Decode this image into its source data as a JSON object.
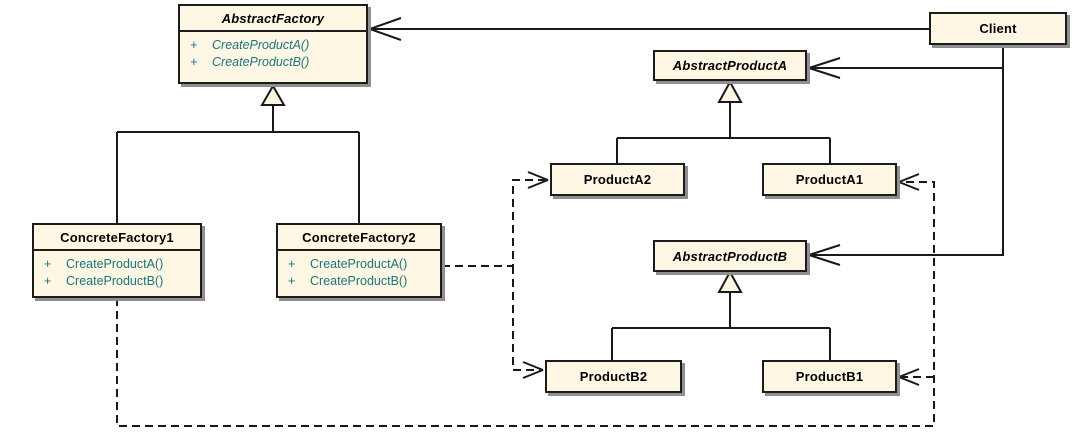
{
  "diagram": {
    "kind": "uml-class-diagram",
    "pattern_name": "Abstract Factory",
    "colors": {
      "box_fill": "#FDF7E4",
      "box_border": "#1c1c1c",
      "box_shadow": "#8f8f8f",
      "method_text": "#1d757d",
      "title_text": "#000000",
      "edge_line": "#191919",
      "background": "#ffffff"
    },
    "classes": {
      "abstract_factory": {
        "name": "AbstractFactory",
        "abstract": true,
        "methods": [
          {
            "visibility": "+",
            "name": "CreateProductA()"
          },
          {
            "visibility": "+",
            "name": "CreateProductB()"
          }
        ]
      },
      "concrete_factory1": {
        "name": "ConcreteFactory1",
        "abstract": false,
        "methods": [
          {
            "visibility": "+",
            "name": "CreateProductA()"
          },
          {
            "visibility": "+",
            "name": "CreateProductB()"
          }
        ]
      },
      "concrete_factory2": {
        "name": "ConcreteFactory2",
        "abstract": false,
        "methods": [
          {
            "visibility": "+",
            "name": "CreateProductA()"
          },
          {
            "visibility": "+",
            "name": "CreateProductB()"
          }
        ]
      },
      "client": {
        "name": "Client",
        "abstract": false
      },
      "abstract_product_a": {
        "name": "AbstractProductA",
        "abstract": true
      },
      "product_a2": {
        "name": "ProductA2",
        "abstract": false
      },
      "product_a1": {
        "name": "ProductA1",
        "abstract": false
      },
      "abstract_product_b": {
        "name": "AbstractProductB",
        "abstract": true
      },
      "product_b2": {
        "name": "ProductB2",
        "abstract": false
      },
      "product_b1": {
        "name": "ProductB1",
        "abstract": false
      }
    },
    "relationships": [
      {
        "from": "Client",
        "to": "AbstractFactory",
        "type": "association"
      },
      {
        "from": "Client",
        "to": "AbstractProductA",
        "type": "association"
      },
      {
        "from": "Client",
        "to": "AbstractProductB",
        "type": "association"
      },
      {
        "from": "ConcreteFactory1",
        "to": "AbstractFactory",
        "type": "generalization"
      },
      {
        "from": "ConcreteFactory2",
        "to": "AbstractFactory",
        "type": "generalization"
      },
      {
        "from": "ProductA2",
        "to": "AbstractProductA",
        "type": "generalization"
      },
      {
        "from": "ProductA1",
        "to": "AbstractProductA",
        "type": "generalization"
      },
      {
        "from": "ProductB2",
        "to": "AbstractProductB",
        "type": "generalization"
      },
      {
        "from": "ProductB1",
        "to": "AbstractProductB",
        "type": "generalization"
      },
      {
        "from": "ConcreteFactory1",
        "to": "ProductA1",
        "type": "dependency"
      },
      {
        "from": "ConcreteFactory1",
        "to": "ProductB1",
        "type": "dependency"
      },
      {
        "from": "ConcreteFactory2",
        "to": "ProductA2",
        "type": "dependency"
      },
      {
        "from": "ConcreteFactory2",
        "to": "ProductB2",
        "type": "dependency"
      }
    ]
  }
}
